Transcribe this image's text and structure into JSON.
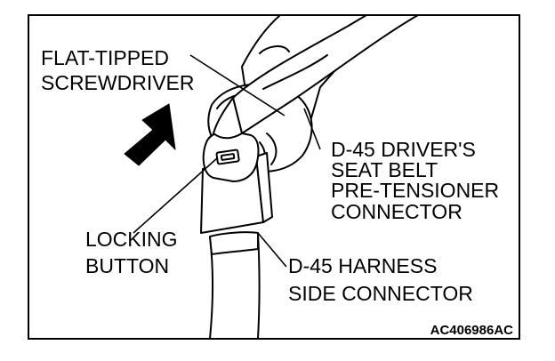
{
  "labels": {
    "screwdriver": [
      "FLAT-TIPPED",
      "SCREWDRIVER"
    ],
    "pretensioner_connector": [
      "D-45 DRIVER'S",
      "SEAT BELT",
      "PRE-TENSIONER",
      "CONNECTOR"
    ],
    "locking_button": [
      "LOCKING",
      "BUTTON"
    ],
    "harness_connector": [
      "D-45 HARNESS",
      "SIDE CONNECTOR"
    ],
    "figure_code": "AC406986AC"
  }
}
